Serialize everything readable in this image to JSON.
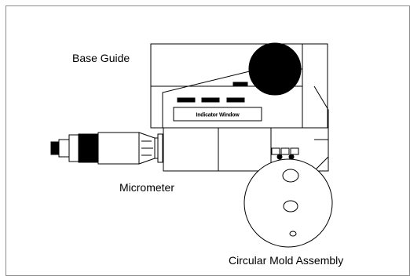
{
  "diagram": {
    "labels": {
      "base_guide": "Base Guide",
      "micrometer": "Micrometer",
      "indicator_window": "Indicator Window",
      "circular_mold_assembly": "Circular Mold Assembly"
    },
    "colors": {
      "stroke": "#000000",
      "fill": "#ffffff",
      "dark": "#000000",
      "border": "#8c8c8c"
    }
  }
}
